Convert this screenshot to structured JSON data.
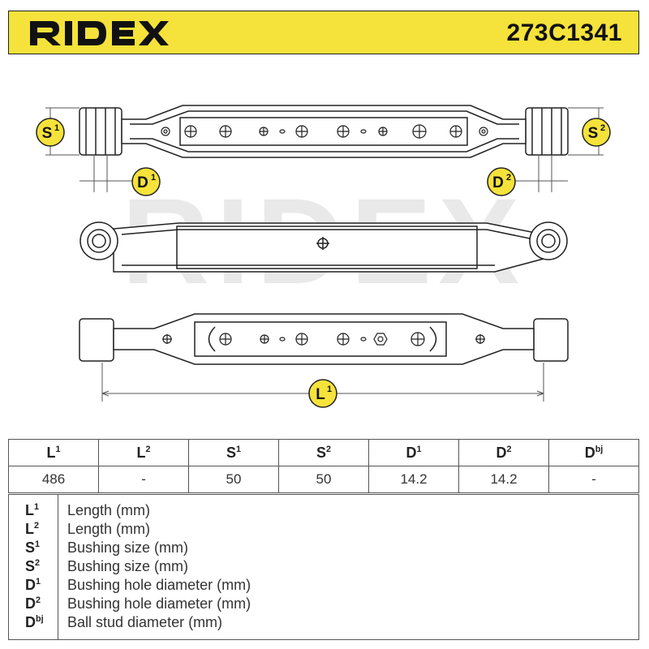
{
  "header": {
    "brand": "RIDEX",
    "part_number": "273C1341"
  },
  "watermark": "RIDEX",
  "callouts": {
    "s1": {
      "letter": "S",
      "sup": "1"
    },
    "s2": {
      "letter": "S",
      "sup": "2"
    },
    "d1": {
      "letter": "D",
      "sup": "1"
    },
    "d2": {
      "letter": "D",
      "sup": "2"
    },
    "l1": {
      "letter": "L",
      "sup": "1"
    }
  },
  "table": {
    "headers": [
      {
        "letter": "L",
        "sup": "1"
      },
      {
        "letter": "L",
        "sup": "2"
      },
      {
        "letter": "S",
        "sup": "1"
      },
      {
        "letter": "S",
        "sup": "2"
      },
      {
        "letter": "D",
        "sup": "1"
      },
      {
        "letter": "D",
        "sup": "2"
      },
      {
        "letter": "D",
        "sup": "bj"
      }
    ],
    "values": [
      "486",
      "-",
      "50",
      "50",
      "14.2",
      "14.2",
      "-"
    ]
  },
  "legend": [
    {
      "letter": "L",
      "sup": "1",
      "desc": "Length (mm)"
    },
    {
      "letter": "L",
      "sup": "2",
      "desc": "Length (mm)"
    },
    {
      "letter": "S",
      "sup": "1",
      "desc": "Bushing size (mm)"
    },
    {
      "letter": "S",
      "sup": "2",
      "desc": "Bushing size (mm)"
    },
    {
      "letter": "D",
      "sup": "1",
      "desc": "Bushing hole diameter (mm)"
    },
    {
      "letter": "D",
      "sup": "2",
      "desc": "Bushing hole diameter (mm)"
    },
    {
      "letter": "D",
      "sup": "bj",
      "desc": "Ball stud diameter (mm)"
    }
  ],
  "colors": {
    "header_bg": "#f5e23a",
    "callout_fill": "#f5e23a",
    "line": "#222222",
    "watermark": "#e6e6e6"
  }
}
